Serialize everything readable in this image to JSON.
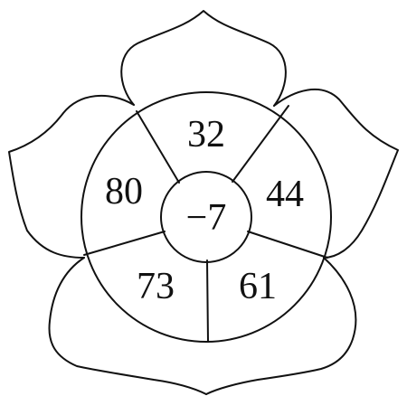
{
  "flower": {
    "center": "−7",
    "sectors": [
      "32",
      "44",
      "61",
      "73",
      "80"
    ]
  }
}
